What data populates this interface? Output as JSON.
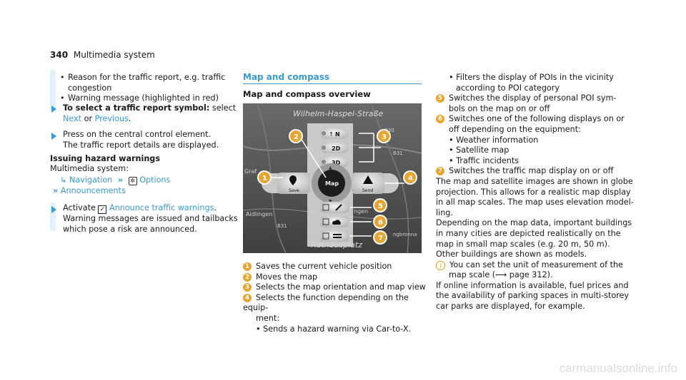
{
  "header": {
    "page_number": "340",
    "section": "Multimedia system"
  },
  "col1": {
    "reason_bullet": "Reason for the traffic report, e.g. traffic",
    "reason_bullet_cont": "congestion",
    "warning_bullet": "Warning message (highlighted in red)",
    "step1_bold": "To select a traffic report symbol:",
    "step1_rest": " select",
    "step1_next": "Next",
    "step1_or": " or ",
    "step1_previous": "Previous",
    "step1_period": ".",
    "step2_line1": "Press on the central control element.",
    "step2_line2": "The traffic report details are displayed.",
    "hazard_heading": "Issuing hazard warnings",
    "hazard_system": "Multimedia system:",
    "path_navigation": "Navigation",
    "path_options": "Options",
    "path_announcements": "Announcements",
    "step3_activate": "Activate ",
    "step3_link": "Announce traffic warnings",
    "step3_period": ".",
    "step3_line2": "Warning messages are issued and tailbacks",
    "step3_line3": "which pose a risk are announced."
  },
  "col2": {
    "section_title": "Map and compass",
    "subsection_title": "Map and compass overview",
    "image": {
      "street_top": "Wilhelm-Haspel-Straße",
      "street_bottom": "Rathausplatz",
      "place_left": "Aidlingen",
      "place_left2": "Graf",
      "place_right": "ngen",
      "place_right2": "ngbronna",
      "road_b31": "B31",
      "road_b31b": "B31",
      "road_b30": "B30",
      "btn_north": "N",
      "btn_2d": "2D",
      "btn_3d": "3D",
      "btn_save": "Save",
      "btn_map": "Map",
      "btn_send": "Send",
      "callouts": [
        "1",
        "2",
        "3",
        "4",
        "5",
        "6",
        "7"
      ]
    },
    "legend": [
      {
        "n": "1",
        "text": "Saves the current vehicle position"
      },
      {
        "n": "2",
        "text": "Moves the map"
      },
      {
        "n": "3",
        "text": "Selects the map orientation and map view"
      },
      {
        "n": "4",
        "text": "Selects the function depending on the equip-",
        "text2": "ment:"
      }
    ],
    "legend_sub": "Sends a hazard warning via Car-to-X."
  },
  "col3": {
    "filter_bullet": "Filters the display of POIs in the vicinity",
    "filter_bullet2": "according to POI category",
    "item5": "Switches the display of personal POI sym-",
    "item5b": "bols on the map on or off",
    "item6": "Switches one of the following displays on or",
    "item6b": "off depending on the equipment:",
    "sub_weather": "Weather information",
    "sub_satellite": "Satellite map",
    "sub_traffic": "Traffic incidents",
    "item7": "Switches the traffic map display on or off",
    "para1": [
      "The map and satellite images are shown in globe",
      "projection. This allows for a realistic map display",
      "in all map scales. The map uses elevation model-",
      "ling."
    ],
    "para2": [
      "Depending on the map data, important buildings",
      "in many cities are depicted realistically on the",
      "map in small map scales (e.g. 20 m, 50 m).",
      "Other buildings are shown as models."
    ],
    "note1": "You can set the unit of measurement of the",
    "note2_a": "map scale (",
    "note2_b": " page 312).",
    "para3": [
      "If online information is available, fuel prices and",
      "the availability of parking spaces in multi-storey",
      "car parks are displayed, for example."
    ]
  },
  "watermark": "carmanualsonline.info",
  "colors": {
    "link": "#3a9ad9",
    "callout": "#e8a42b",
    "bar": "#e2f1fa"
  }
}
